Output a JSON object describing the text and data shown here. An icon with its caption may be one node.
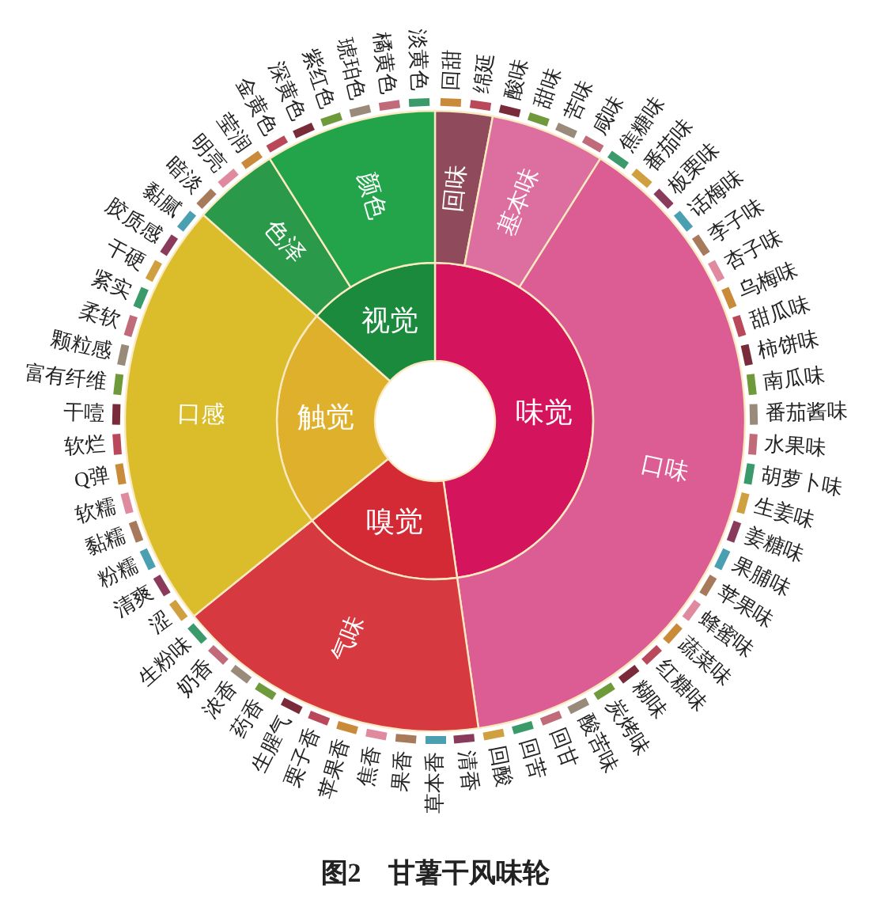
{
  "diagram": {
    "caption": "图2　甘薯干风味轮",
    "nodes": [
      {
        "text": [
          "味觉"
        ]
      },
      {
        "text": [
          "嗅觉"
        ]
      },
      {
        "text": [
          "触觉"
        ]
      },
      {
        "text": [
          "视觉"
        ]
      },
      {
        "text": [
          "回味"
        ]
      },
      {
        "text": [
          "基本味"
        ]
      },
      {
        "text": [
          "口味"
        ]
      },
      {
        "text": [
          "气味"
        ]
      },
      {
        "text": [
          "口感"
        ]
      },
      {
        "text": [
          "色泽"
        ]
      },
      {
        "text": [
          "颜色"
        ]
      },
      {
        "text": [
          "回甜"
        ]
      },
      {
        "text": [
          "绵延"
        ]
      },
      {
        "text": [
          "酸味"
        ]
      },
      {
        "text": [
          "甜味"
        ]
      },
      {
        "text": [
          "苦味"
        ]
      },
      {
        "text": [
          "咸味"
        ]
      },
      {
        "text": [
          "焦糖味"
        ]
      },
      {
        "text": [
          "番茄味"
        ]
      },
      {
        "text": [
          "板栗味"
        ]
      },
      {
        "text": [
          "话梅味"
        ]
      },
      {
        "text": [
          "李子味"
        ]
      },
      {
        "text": [
          "杏子味"
        ]
      },
      {
        "text": [
          "乌梅味"
        ]
      },
      {
        "text": [
          "甜瓜味"
        ]
      },
      {
        "text": [
          "柿饼味"
        ]
      },
      {
        "text": [
          "南瓜味"
        ]
      },
      {
        "text": [
          "番茄酱味"
        ]
      },
      {
        "text": [
          "水果味"
        ]
      },
      {
        "text": [
          "胡萝卜味"
        ]
      },
      {
        "text": [
          "生姜味"
        ]
      },
      {
        "text": [
          "姜糖味"
        ]
      },
      {
        "text": [
          "果脯味"
        ]
      },
      {
        "text": [
          "苹果味"
        ]
      },
      {
        "text": [
          "蜂蜜味"
        ]
      },
      {
        "text": [
          "蔬菜味"
        ]
      },
      {
        "text": [
          "红糖味"
        ]
      },
      {
        "text": [
          "糊味"
        ]
      },
      {
        "text": [
          "炭烤味"
        ]
      },
      {
        "text": [
          "酸苦味"
        ]
      },
      {
        "text": [
          "回甘"
        ]
      },
      {
        "text": [
          "回苦"
        ]
      },
      {
        "text": [
          "回酸"
        ]
      },
      {
        "text": [
          "清香"
        ]
      },
      {
        "text": [
          "草本香"
        ]
      },
      {
        "text": [
          "果香"
        ]
      },
      {
        "text": [
          "焦香"
        ]
      },
      {
        "text": [
          "苹果香"
        ]
      },
      {
        "text": [
          "栗子香"
        ]
      },
      {
        "text": [
          "生腥气"
        ]
      },
      {
        "text": [
          "药香"
        ]
      },
      {
        "text": [
          "浓香"
        ]
      },
      {
        "text": [
          "奶香"
        ]
      },
      {
        "text": [
          "生粉味"
        ]
      },
      {
        "text": [
          "涩"
        ]
      },
      {
        "text": [
          "清爽"
        ]
      },
      {
        "text": [
          "粉糯"
        ]
      },
      {
        "text": [
          "黏糯"
        ]
      },
      {
        "text": [
          "软糯"
        ]
      },
      {
        "text": [
          "Q弹"
        ]
      },
      {
        "text": [
          "软烂"
        ]
      },
      {
        "text": [
          "干噎"
        ]
      },
      {
        "text": [
          "富有纤维"
        ]
      },
      {
        "text": [
          "颗粒感"
        ]
      },
      {
        "text": [
          "柔软"
        ]
      },
      {
        "text": [
          "紧实"
        ]
      },
      {
        "text": [
          "干硬"
        ]
      },
      {
        "text": [
          "胶质感"
        ]
      },
      {
        "text": [
          "黏腻"
        ]
      },
      {
        "text": [
          "暗淡"
        ]
      },
      {
        "text": [
          "明亮"
        ]
      },
      {
        "text": [
          "莹润"
        ]
      },
      {
        "text": [
          "金黄色"
        ]
      },
      {
        "text": [
          "深黄色"
        ]
      },
      {
        "text": [
          "紫红色"
        ]
      },
      {
        "text": [
          "琥珀色"
        ]
      },
      {
        "text": [
          "橘黄色"
        ]
      },
      {
        "text": [
          "淡黄色"
        ]
      }
    ]
  }
}
